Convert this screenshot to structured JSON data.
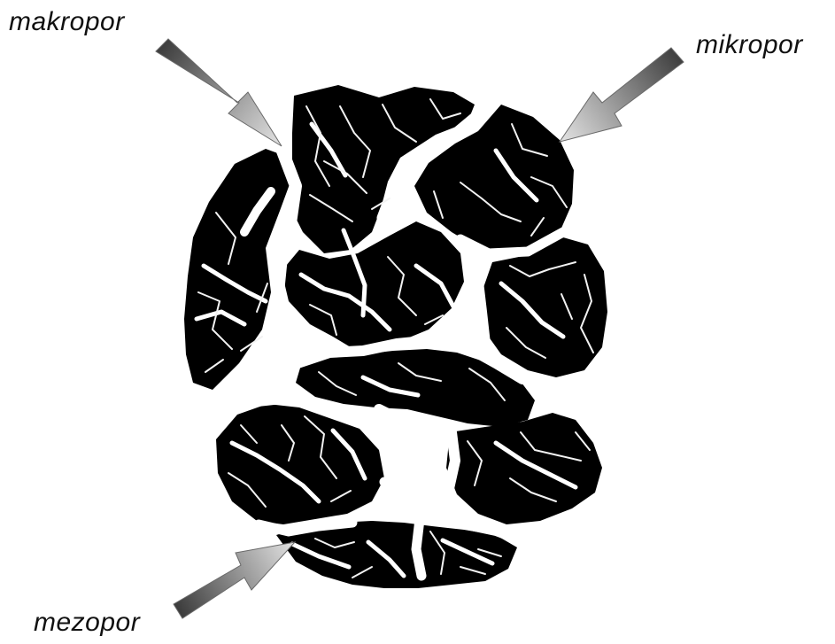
{
  "labels": {
    "macropore": "makropor",
    "micropore": "mikropor",
    "mesopore": "mezopor"
  },
  "colors": {
    "background": "#ffffff",
    "aggregate": "#000000",
    "pores": "#ffffff",
    "arrow_dark": "#3d3d3d",
    "arrow_light": "#dcdcdc",
    "text": "#111111"
  },
  "icons": {
    "arrows": "gradient-pointer-arrow"
  }
}
